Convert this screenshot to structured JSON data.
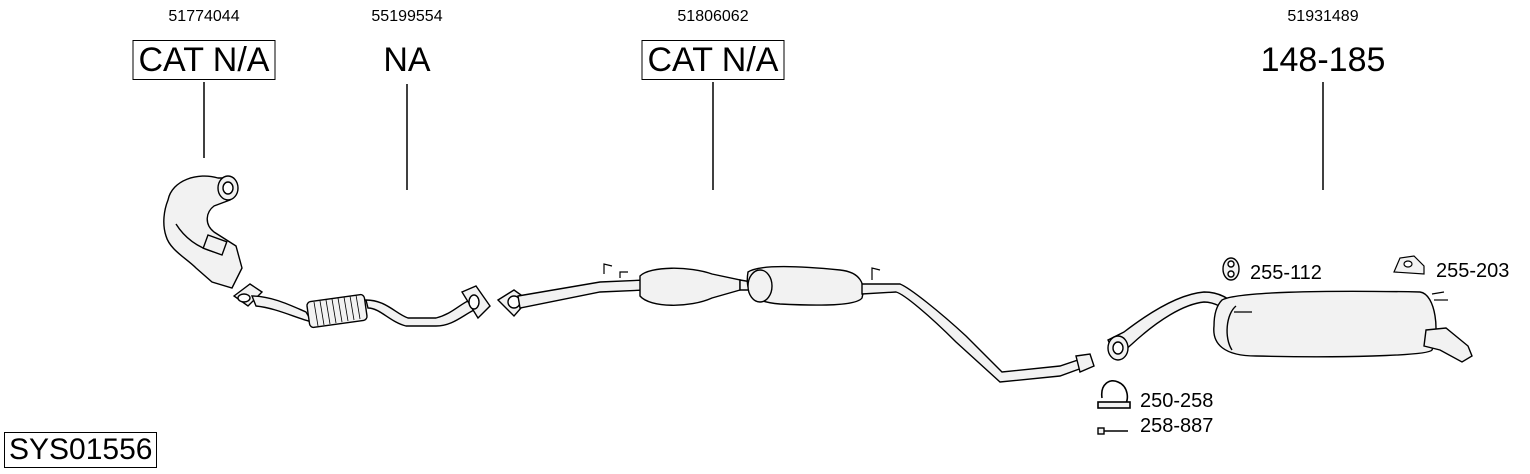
{
  "diagram": {
    "parts": [
      {
        "oe_number": "51774044",
        "label": "CAT N/A",
        "boxed": true
      },
      {
        "oe_number": "55199554",
        "label": "NA",
        "boxed": false
      },
      {
        "oe_number": "51806062",
        "label": "CAT N/A",
        "boxed": true
      },
      {
        "oe_number": "51931489",
        "label": "148-185",
        "boxed": false
      }
    ],
    "accessories": [
      {
        "code": "255-112",
        "icon": "rubber-hanger-icon"
      },
      {
        "code": "255-203",
        "icon": "mounting-bracket-icon"
      },
      {
        "code": "250-258",
        "icon": "pipe-clamp-icon"
      },
      {
        "code": "258-887",
        "icon": "bolt-icon"
      }
    ],
    "system_code": "SYS01556"
  }
}
